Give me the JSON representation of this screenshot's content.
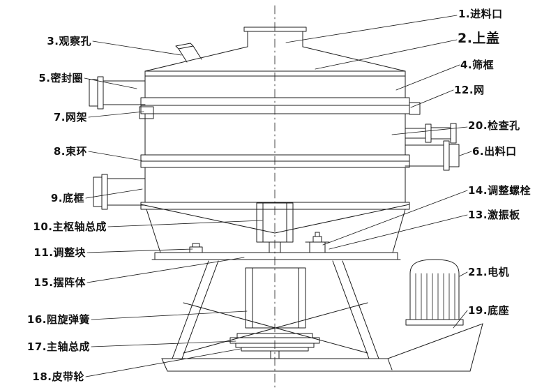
{
  "figure_labels": {
    "right": [
      "1.进料口",
      "2.上盖",
      "4.筛框",
      "12.网",
      "20.检查孔",
      "6.出料口",
      "14.调整螺栓",
      "13.激振板",
      "21.电机",
      "19.底座"
    ],
    "left": [
      "3.观察孔",
      "5.密封圈",
      "7.网架",
      "8.束环",
      "9.底框",
      "10.主枢轴总成",
      "11.调整块",
      "15.摆阵体",
      "16.阻旋弹簧",
      "17.主轴总成",
      "18.皮带轮"
    ]
  },
  "colors": {
    "background": "#ffffff",
    "line": "#1c1c1c",
    "text": "#121212"
  }
}
